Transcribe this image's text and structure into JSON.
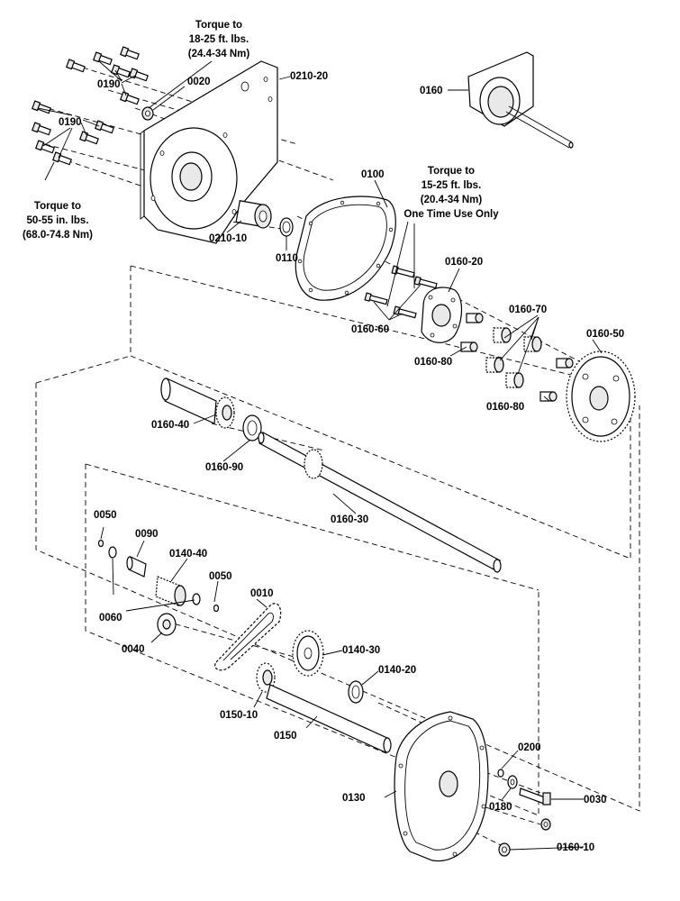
{
  "labels": {
    "p0210_20": "0210-20",
    "p0020": "0020",
    "p0190a": "0190",
    "p0190b": "0190",
    "p0160": "0160",
    "p0100": "0100",
    "p0210_10": "0210-10",
    "p0110": "0110",
    "p0160_20": "0160-20",
    "p0160_70": "0160-70",
    "p0160_50": "0160-50",
    "p0160_60": "0160-60",
    "p0160_80a": "0160-80",
    "p0160_80b": "0160-80",
    "p0160_40": "0160-40",
    "p0160_90": "0160-90",
    "p0160_30": "0160-30",
    "p0050a": "0050",
    "p0090": "0090",
    "p0140_40": "0140-40",
    "p0050b": "0050",
    "p0010": "0010",
    "p0060": "0060",
    "p0040": "0040",
    "p0140_30": "0140-30",
    "p0140_20": "0140-20",
    "p0150_10": "0150-10",
    "p0150": "0150",
    "p0200": "0200",
    "p0130": "0130",
    "p0180": "0180",
    "p0030": "0030",
    "p0160_10": "0160-10"
  },
  "notes": {
    "torque_top": [
      "Torque to",
      "18-25 ft. lbs.",
      "(24.4-34 Nm)"
    ],
    "torque_left": [
      "Torque to",
      "50-55 in. lbs.",
      "(68.0-74.8 Nm)"
    ],
    "torque_mid": [
      "Torque to",
      "15-25 ft. lbs.",
      "(20.4-34 Nm)",
      "One Time Use Only"
    ]
  }
}
